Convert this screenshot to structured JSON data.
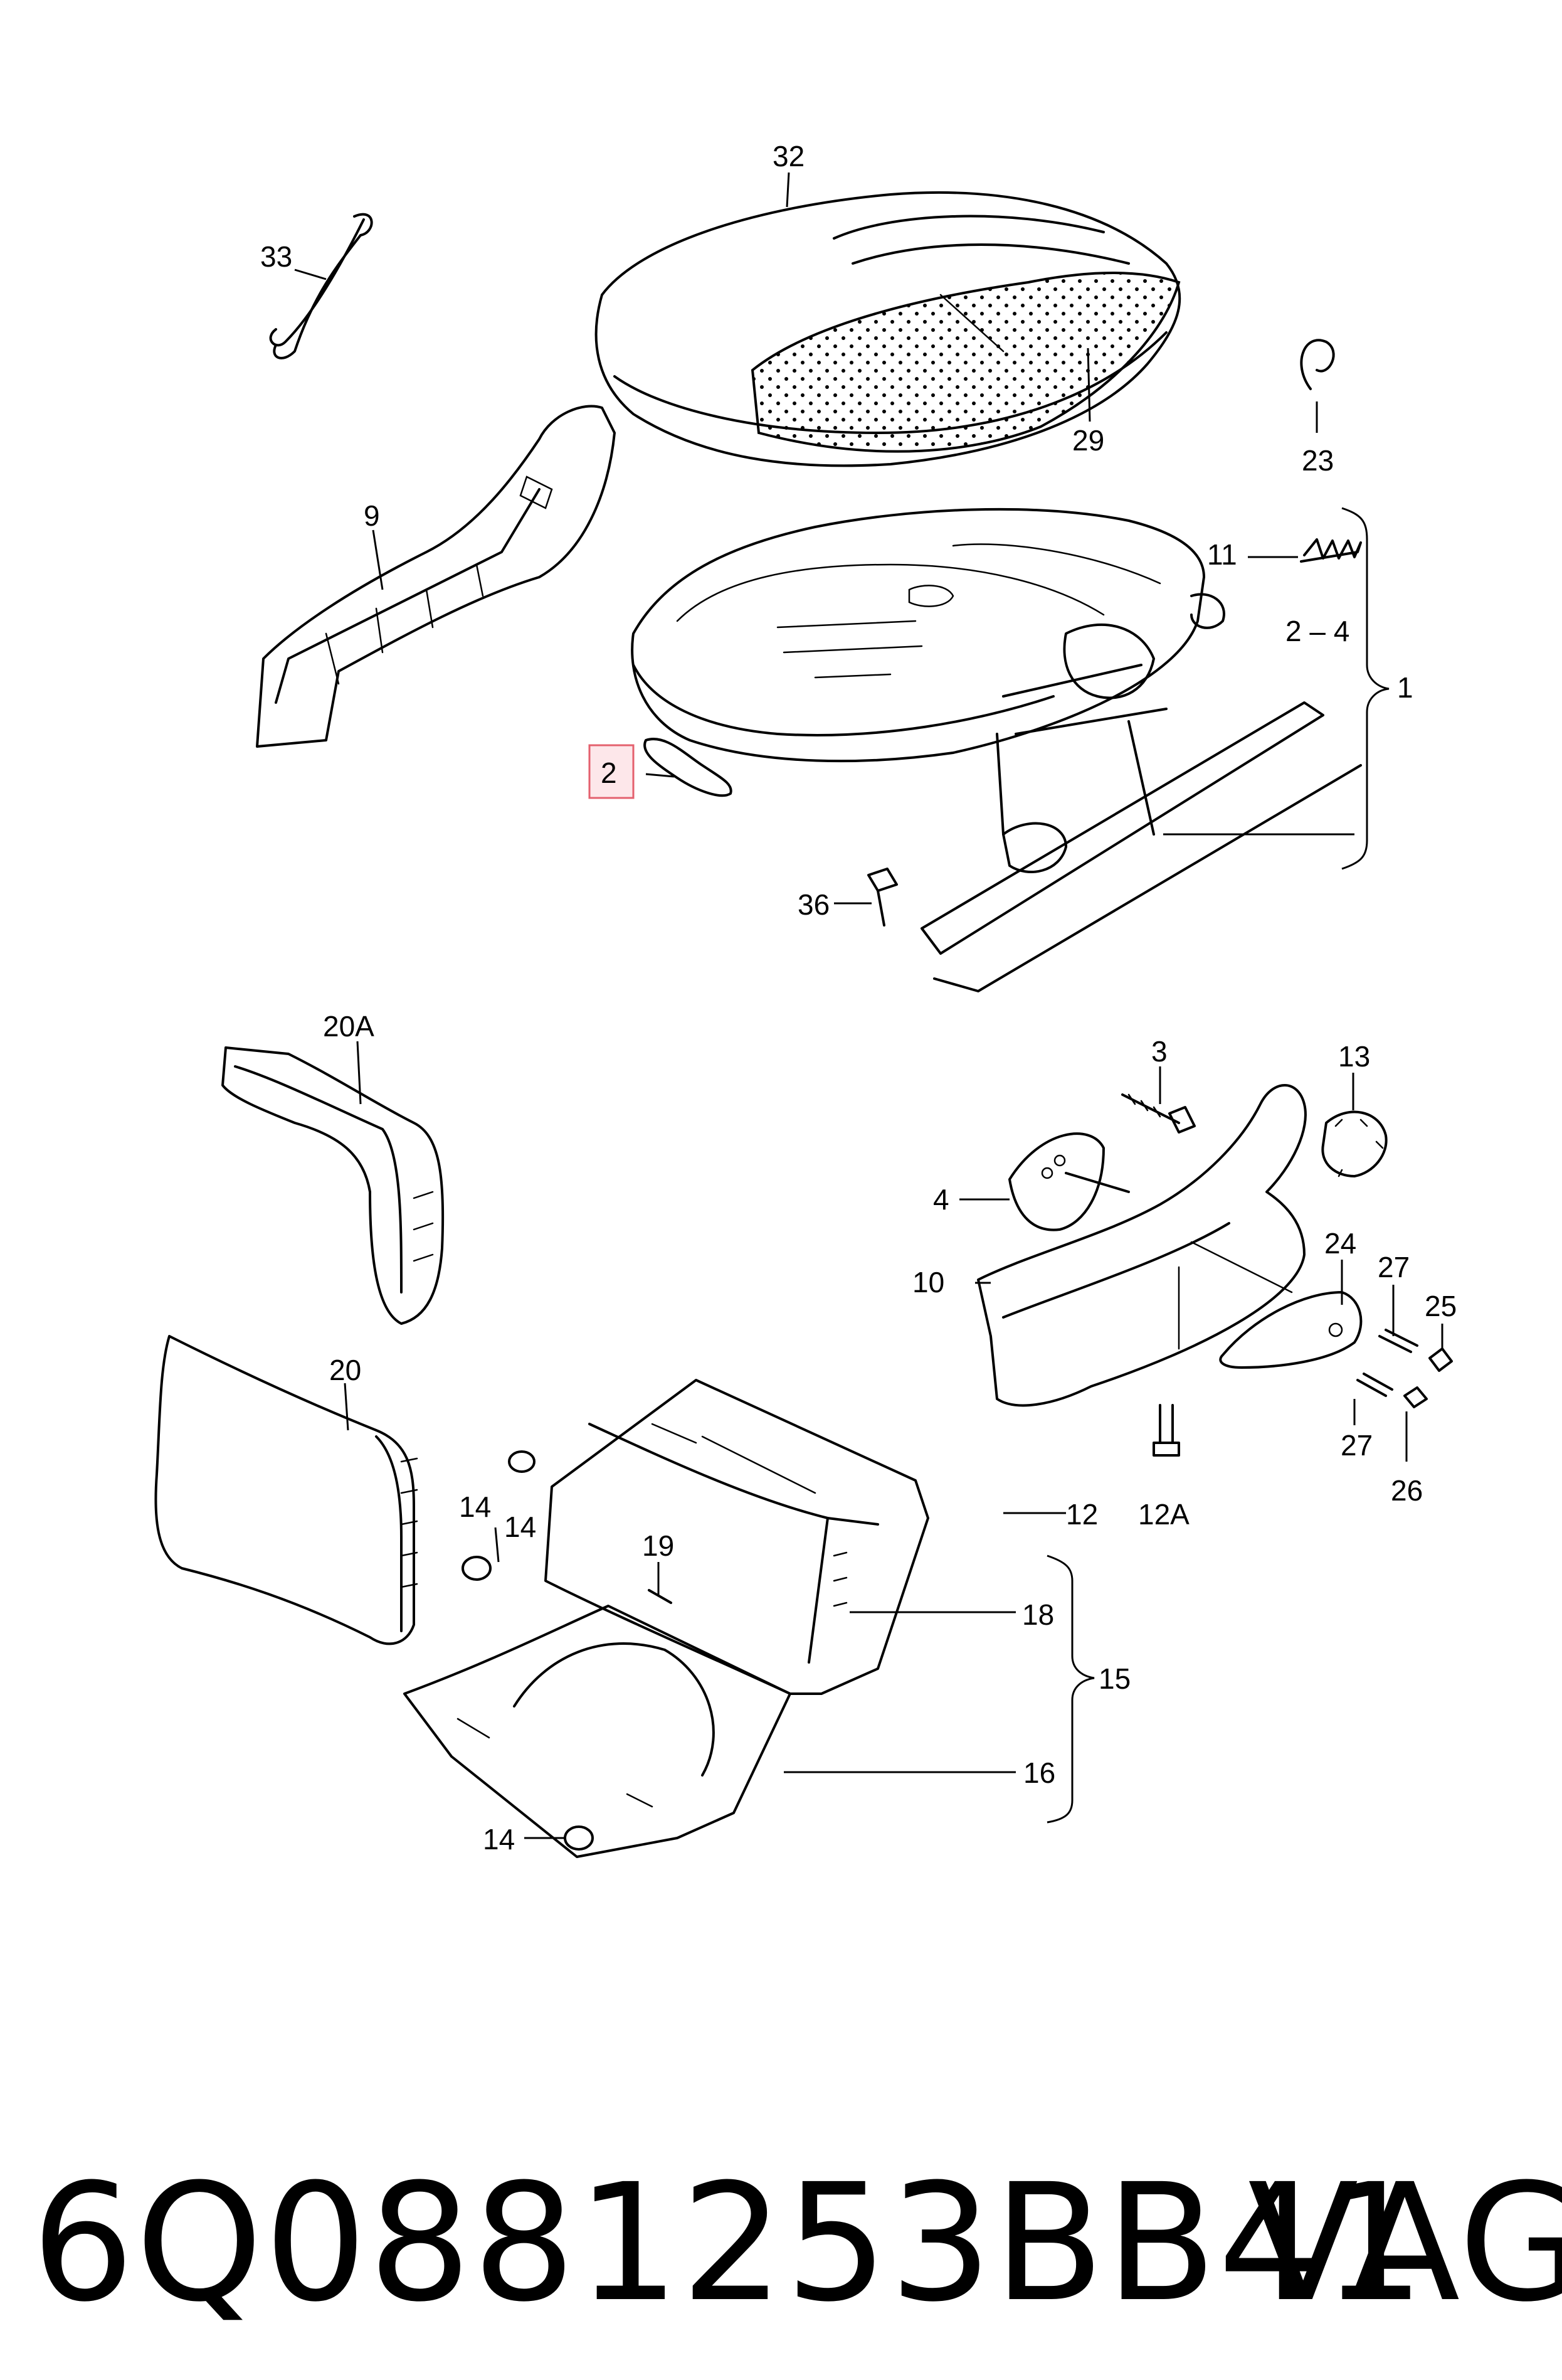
{
  "callouts": {
    "c32": "32",
    "c33": "33",
    "c29": "29",
    "c23": "23",
    "c9": "9",
    "c11": "11",
    "c2_4": "2 – 4",
    "c1": "1",
    "c2": "2",
    "c36": "36",
    "c20A": "20A",
    "c3": "3",
    "c13": "13",
    "c4": "4",
    "c24": "24",
    "c10": "10",
    "c27a": "27",
    "c25": "25",
    "c20": "20",
    "c12": "12",
    "c14a": "14",
    "c14b": "14",
    "c19": "19",
    "c12A": "12A",
    "c27b": "27",
    "c26": "26",
    "c18": "18",
    "c15": "15",
    "c16": "16",
    "c14c": "14"
  },
  "highlighted_callout": "2",
  "highlight_color": "#e4606e",
  "footer": {
    "part_number": "6Q0881253BB41",
    "brand": "VAG"
  }
}
